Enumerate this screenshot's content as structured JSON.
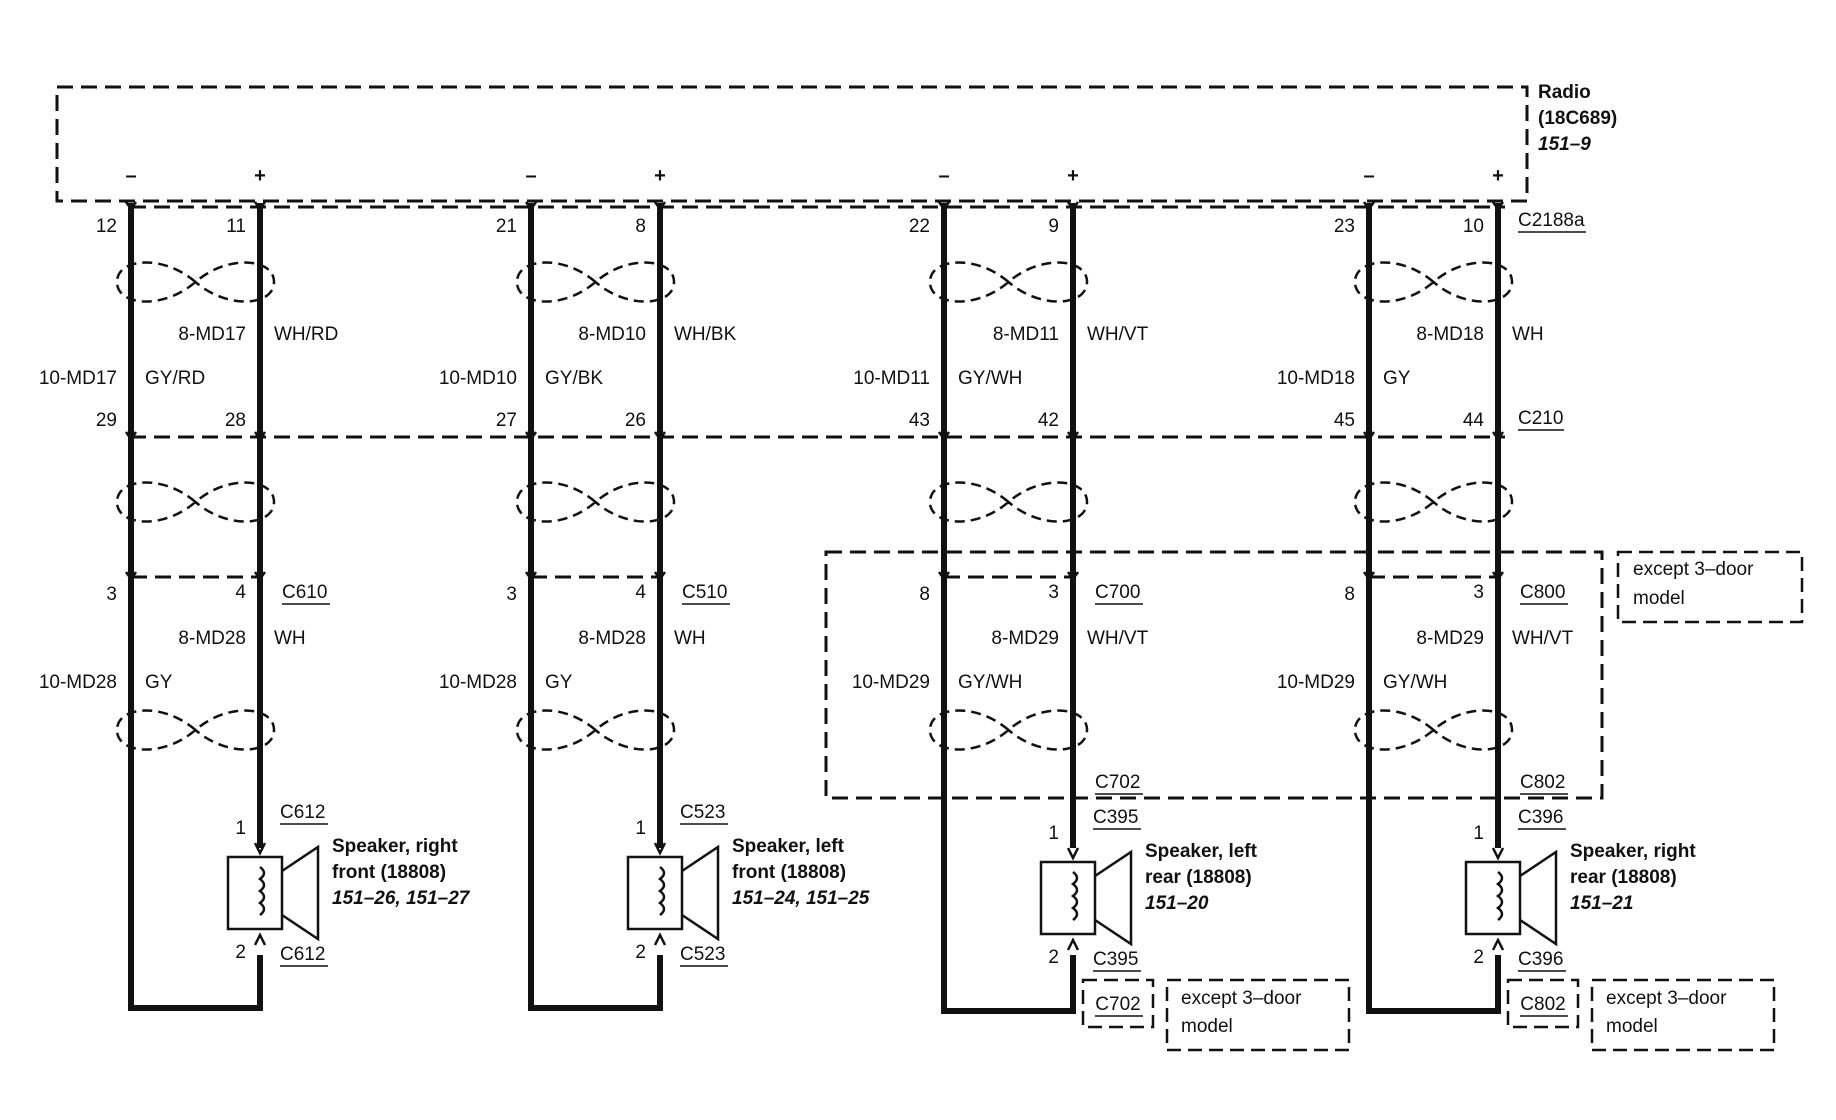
{
  "radio": {
    "title": "Radio",
    "part": "(18C689)",
    "ref": "151–9",
    "connector_top": "C2188a",
    "connector_mid": "C210",
    "minus_sign": "–",
    "plus_sign": "+"
  },
  "channels": [
    {
      "pins_top": [
        "12",
        "11"
      ],
      "circuit_neg_1": "10-MD17",
      "color_neg_1": "GY/RD",
      "circuit_pos_1": "8-MD17",
      "color_pos_1": "WH/RD",
      "pins_mid": [
        "29",
        "28"
      ],
      "pins_lower": [
        "3",
        "4"
      ],
      "connector_lower": "C610",
      "circuit_neg_2": "10-MD28",
      "color_neg_2": "GY",
      "circuit_pos_2": "8-MD28",
      "color_pos_2": "WH",
      "connector_mid2": "",
      "spk_conn_top": "C612",
      "spk_conn_bottom": "C612",
      "spk_pin_top": "1",
      "spk_pin_bottom": "2",
      "speaker_line1": "Speaker, right",
      "speaker_line2": "front (18808)",
      "speaker_ref": "151–26, 151–27",
      "extra_connector": "",
      "extra_note_1": "",
      "extra_note_2": ""
    },
    {
      "pins_top": [
        "21",
        "8"
      ],
      "circuit_neg_1": "10-MD10",
      "color_neg_1": "GY/BK",
      "circuit_pos_1": "8-MD10",
      "color_pos_1": "WH/BK",
      "pins_mid": [
        "27",
        "26"
      ],
      "pins_lower": [
        "3",
        "4"
      ],
      "connector_lower": "C510",
      "circuit_neg_2": "10-MD28",
      "color_neg_2": "GY",
      "circuit_pos_2": "8-MD28",
      "color_pos_2": "WH",
      "connector_mid2": "",
      "spk_conn_top": "C523",
      "spk_conn_bottom": "C523",
      "spk_pin_top": "1",
      "spk_pin_bottom": "2",
      "speaker_line1": "Speaker, left",
      "speaker_line2": "front (18808)",
      "speaker_ref": "151–24, 151–25",
      "extra_connector": "",
      "extra_note_1": "",
      "extra_note_2": ""
    },
    {
      "pins_top": [
        "22",
        "9"
      ],
      "circuit_neg_1": "10-MD11",
      "color_neg_1": "GY/WH",
      "circuit_pos_1": "8-MD11",
      "color_pos_1": "WH/VT",
      "pins_mid": [
        "43",
        "42"
      ],
      "pins_lower": [
        "8",
        "3"
      ],
      "connector_lower": "C700",
      "circuit_neg_2": "10-MD29",
      "color_neg_2": "GY/WH",
      "circuit_pos_2": "8-MD29",
      "color_pos_2": "WH/VT",
      "connector_mid2": "C702",
      "spk_conn_top": "C395",
      "spk_conn_bottom": "C395",
      "spk_pin_top": "1",
      "spk_pin_bottom": "2",
      "speaker_line1": "Speaker, left",
      "speaker_line2": "rear (18808)",
      "speaker_ref": "151–20",
      "extra_connector": "C702",
      "extra_note_1": "except 3–door",
      "extra_note_2": "model"
    },
    {
      "pins_top": [
        "23",
        "10"
      ],
      "circuit_neg_1": "10-MD18",
      "color_neg_1": "GY",
      "circuit_pos_1": "8-MD18",
      "color_pos_1": "WH",
      "pins_mid": [
        "45",
        "44"
      ],
      "pins_lower": [
        "8",
        "3"
      ],
      "connector_lower": "C800",
      "circuit_neg_2": "10-MD29",
      "color_neg_2": "GY/WH",
      "circuit_pos_2": "8-MD29",
      "color_pos_2": "WH/VT",
      "connector_mid2": "C802",
      "spk_conn_top": "C396",
      "spk_conn_bottom": "C396",
      "spk_pin_top": "1",
      "spk_pin_bottom": "2",
      "speaker_line1": "Speaker, right",
      "speaker_line2": "rear (18808)",
      "speaker_ref": "151–21",
      "extra_connector": "C802",
      "extra_note_1": "except 3–door",
      "extra_note_2": "model"
    }
  ],
  "rear_box_note": {
    "line1": "except 3–door",
    "line2": "model"
  }
}
